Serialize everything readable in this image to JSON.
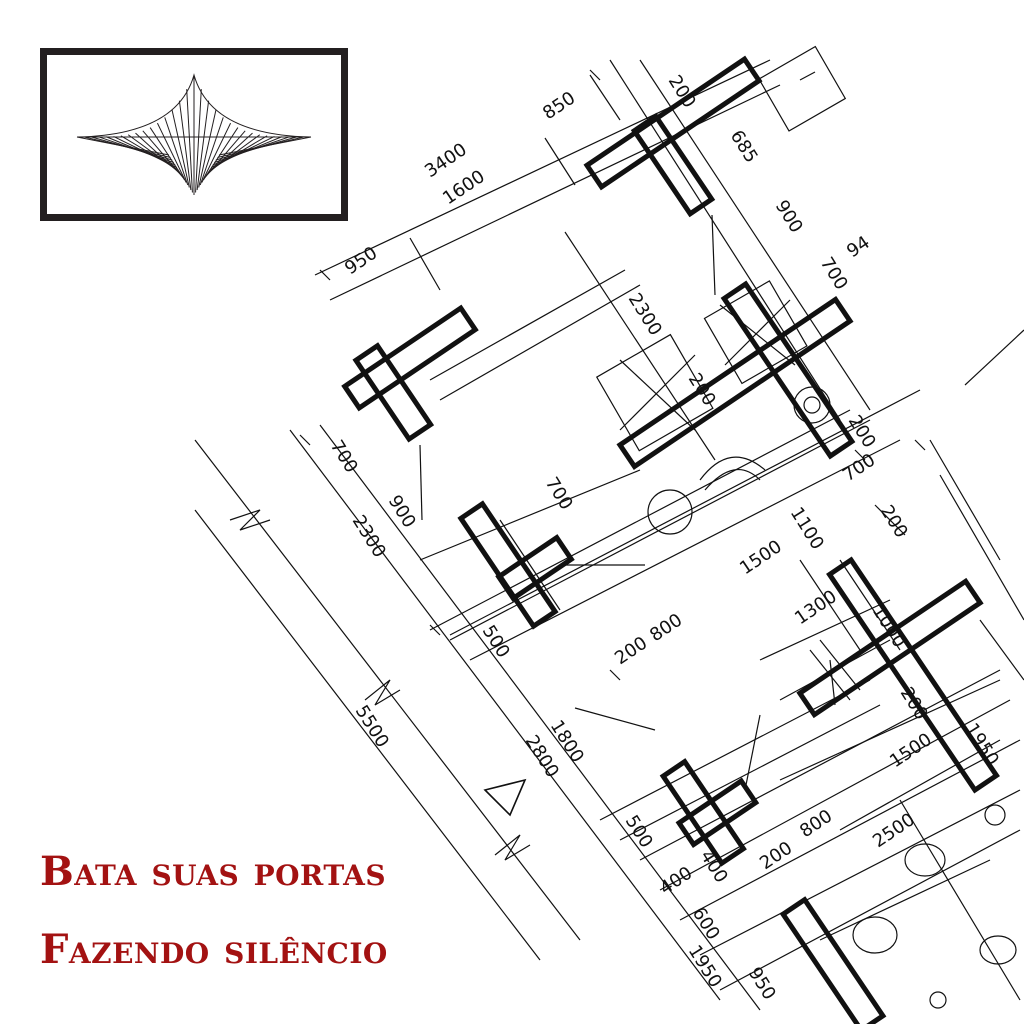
{
  "caption": {
    "line1": "Bata suas portas",
    "line2": "Fazendo silêncio"
  },
  "colors": {
    "caption": "#a31212",
    "ink": "#111111",
    "frame": "#231f20"
  },
  "logo": {
    "icon": "string-art-curve-icon"
  },
  "dimensions": [
    "3400",
    "1600",
    "850",
    "200",
    "685",
    "950",
    "900",
    "94",
    "700",
    "2300",
    "200",
    "200",
    "700",
    "900",
    "2300",
    "700",
    "700",
    "1100",
    "200",
    "1500",
    "200",
    "800",
    "500",
    "1300",
    "1000",
    "1800",
    "2800",
    "200",
    "1500",
    "1950",
    "5500",
    "500",
    "800",
    "2500",
    "200",
    "400",
    "600",
    "1950",
    "950"
  ]
}
